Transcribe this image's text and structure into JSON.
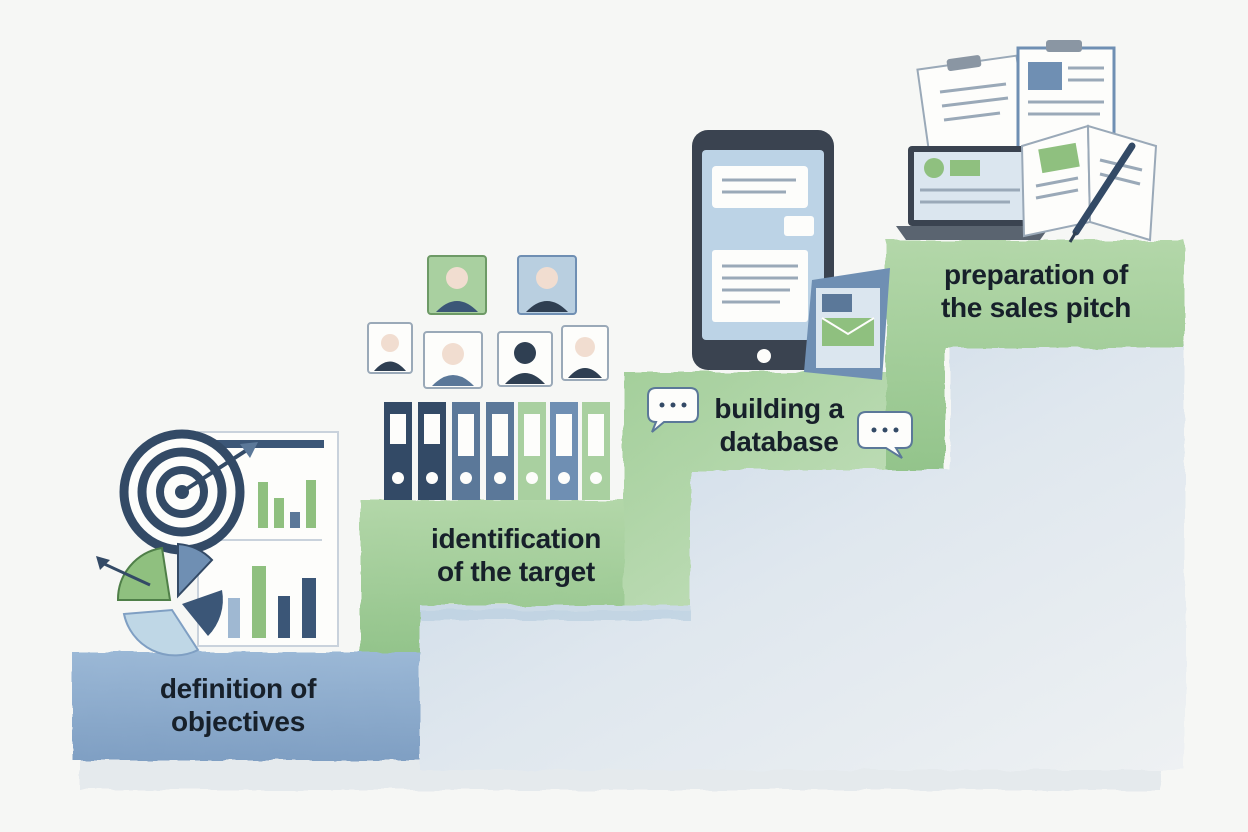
{
  "steps": [
    {
      "line1": "definition of",
      "line2": "objectives"
    },
    {
      "line1": "identification",
      "line2": "of the target"
    },
    {
      "line1": "building a",
      "line2": "database"
    },
    {
      "line1": "preparation of",
      "line2": "the sales pitch"
    }
  ],
  "colors": {
    "blue_step": "#8fb0d2",
    "green_step": "#a9d0a0",
    "navy": "#334a66",
    "slate": "#5b7899",
    "green_accent": "#86b878",
    "paper": "#fdfdfb",
    "text": "#17202a"
  },
  "icons": {
    "step1": [
      "target-icon",
      "pie-chart-icon",
      "bar-chart-document-icon"
    ],
    "step2": [
      "person-portrait-icon",
      "binder-icon"
    ],
    "step3": [
      "smartphone-icon",
      "chat-bubble-icon",
      "brochure-icon"
    ],
    "step4": [
      "clipboard-document-icon",
      "laptop-icon",
      "open-book-icon",
      "pen-icon"
    ]
  }
}
